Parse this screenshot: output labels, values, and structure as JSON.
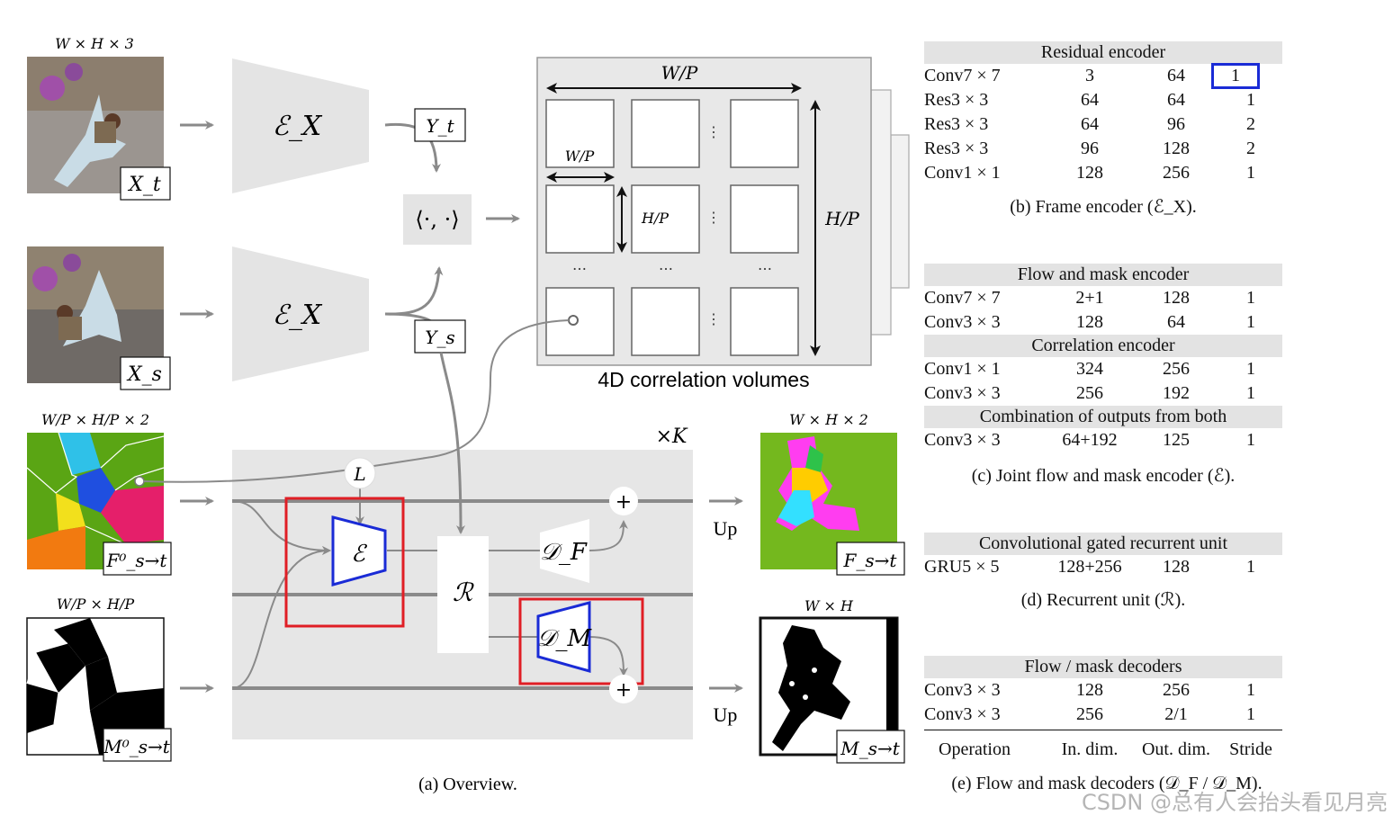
{
  "overview": {
    "caption": "(a) Overview.",
    "inputs": {
      "xt_dim": "W × H × 3",
      "xt_label": "X_t",
      "xs_label": "X_s",
      "flow_init_dim": "W/P × H/P × 2",
      "flow_init_label": "F⁰_s→t",
      "mask_init_dim": "W/P × H/P",
      "mask_init_label": "M⁰_s→t"
    },
    "encoders": {
      "top": "ℰ_X",
      "bottom": "ℰ_X"
    },
    "features": {
      "yt": "Y_t",
      "ys": "Y_s",
      "inner_product": "⟨·, ·⟩"
    },
    "correlation": {
      "caption": "4D correlation volumes",
      "width_label": "W/P",
      "height_label": "H/P",
      "cell_width_label": "W/P",
      "cell_height_label": "H/P",
      "dots_h": "…",
      "dots_v": "⋮"
    },
    "loop": {
      "repeat": "×K",
      "lookup": "L",
      "joint_encoder": "ℰ",
      "recurrent": "ℛ",
      "flow_decoder": "𝒟_F",
      "mask_decoder": "𝒟_M",
      "plus": "+",
      "up_top": "Up",
      "up_bottom": "Up"
    },
    "outputs": {
      "flow_dim": "W × H × 2",
      "flow_label": "F_s→t",
      "mask_dim": "W × H",
      "mask_label": "M_s→t"
    },
    "colors": {
      "panel_gray": "#e6e6e6",
      "arrow_gray": "#8a8a8a",
      "highlight_red": "#e01e25",
      "highlight_blue": "#1a2bd6"
    }
  },
  "tables": {
    "frame_encoder": {
      "title": "Residual encoder",
      "rows": [
        [
          "Conv7 × 7",
          "3",
          "64",
          "1"
        ],
        [
          "Res3 × 3",
          "64",
          "64",
          "1"
        ],
        [
          "Res3 × 3",
          "64",
          "96",
          "2"
        ],
        [
          "Res3 × 3",
          "96",
          "128",
          "2"
        ],
        [
          "Conv1 × 1",
          "128",
          "256",
          "1"
        ]
      ],
      "caption": "(b) Frame encoder (ℰ_X)."
    },
    "joint_encoder": {
      "sections": [
        {
          "title": "Flow and mask encoder",
          "rows": [
            [
              "Conv7 × 7",
              "2+1",
              "128",
              "1"
            ],
            [
              "Conv3 × 3",
              "128",
              "64",
              "1"
            ]
          ]
        },
        {
          "title": "Correlation encoder",
          "rows": [
            [
              "Conv1 × 1",
              "324",
              "256",
              "1"
            ],
            [
              "Conv3 × 3",
              "256",
              "192",
              "1"
            ]
          ]
        },
        {
          "title": "Combination of outputs from both",
          "rows": [
            [
              "Conv3 × 3",
              "64+192",
              "125",
              "1"
            ]
          ]
        }
      ],
      "caption": "(c) Joint flow and mask encoder (ℰ)."
    },
    "recurrent_unit": {
      "title": "Convolutional gated recurrent unit",
      "rows": [
        [
          "GRU5 × 5",
          "128+256",
          "128",
          "1"
        ]
      ],
      "caption": "(d) Recurrent unit (ℛ)."
    },
    "decoders": {
      "title": "Flow / mask decoders",
      "rows": [
        [
          "Conv3 × 3",
          "128",
          "256",
          "1"
        ],
        [
          "Conv3 × 3",
          "256",
          "2/1",
          "1"
        ]
      ],
      "columns": [
        "Operation",
        "In. dim.",
        "Out. dim.",
        "Stride"
      ],
      "caption": "(e) Flow and mask decoders (𝒟_F / 𝒟_M)."
    }
  },
  "watermark": "CSDN @总有人会抬头看见月亮"
}
